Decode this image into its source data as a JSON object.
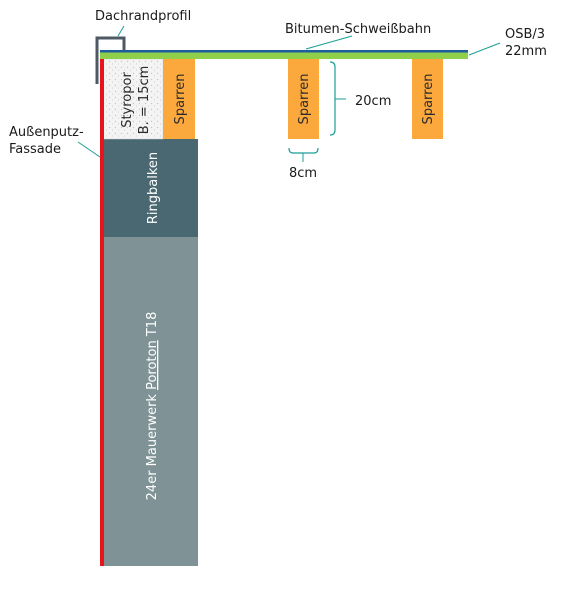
{
  "labels": {
    "dachrandprofil": "Dachrandprofil",
    "bitumen": "Bitumen-Schweißbahn",
    "osb_line1": "OSB/3",
    "osb_line2": "22mm",
    "aussenputz_line1": "Außenputz-",
    "aussenputz_line2": "Fassade",
    "styropor_line1": "Styropor",
    "styropor_line2": "B. = 15cm",
    "sparren": "Sparren",
    "ringbalken": "Ringbalken",
    "mauerwerk_prefix": "24er Mauerwerk ",
    "mauerwerk_brand": "Poroton",
    "mauerwerk_suffix": " T18",
    "height_dim": "20cm",
    "width_dim": "8cm"
  },
  "colors": {
    "fassade_red": "#e8141b",
    "osb_green": "#8fcf4a",
    "bitumen_blue": "#1f5ca0",
    "sparren_orange": "#fba93c",
    "ringbalken": "#4a6872",
    "mauerwerk": "#7f9296",
    "profil": "#4d5a63",
    "leader_teal": "#1a9e96"
  }
}
